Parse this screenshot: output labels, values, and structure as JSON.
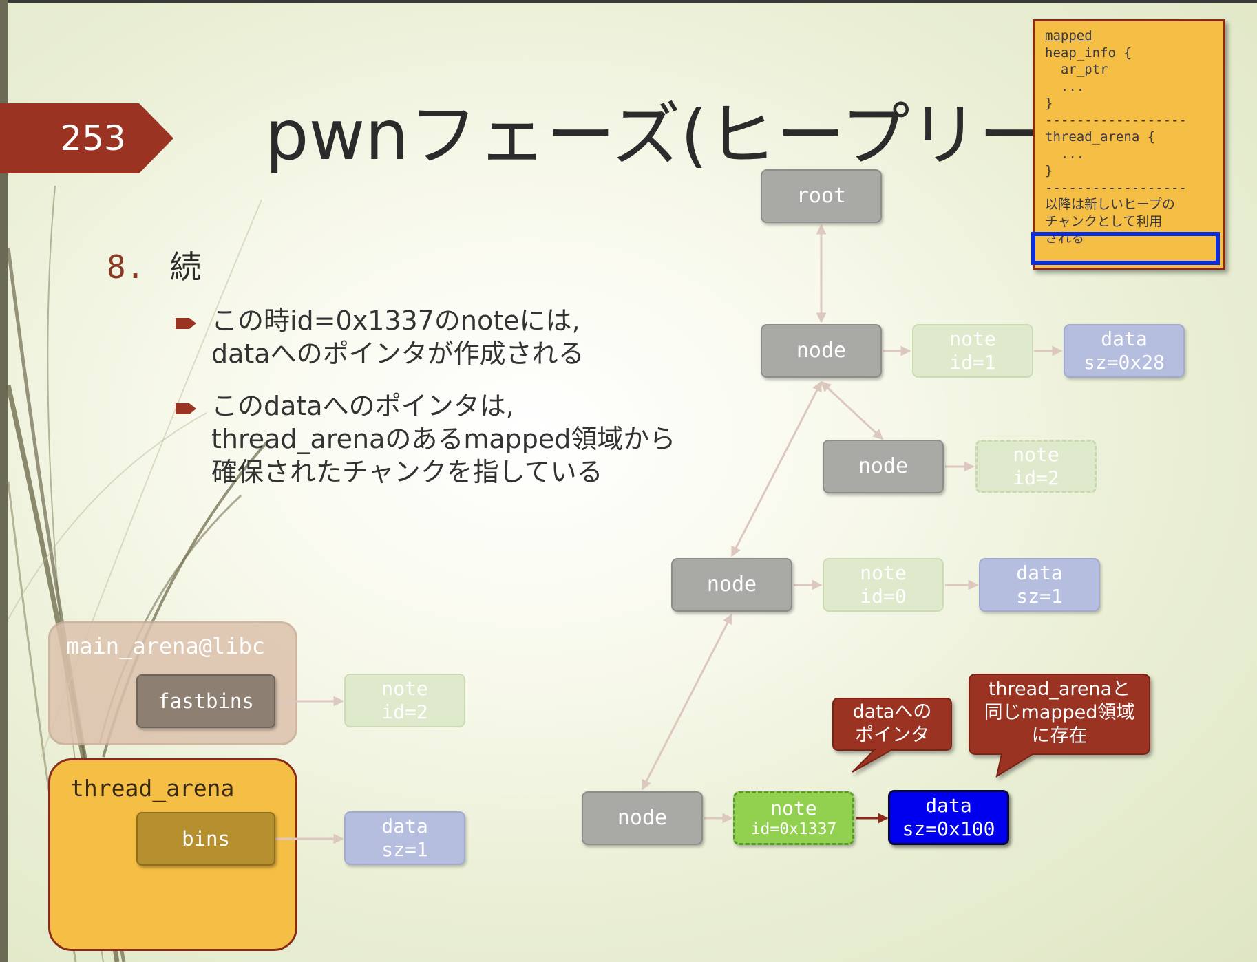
{
  "slide": {
    "number": "253",
    "title": "pwnフェーズ(ヒープリーク"
  },
  "section": {
    "number": "8.",
    "heading": "続"
  },
  "bullets": [
    {
      "lines": [
        "この時id=0x1337のnoteには,",
        "dataへのポインタが作成される"
      ]
    },
    {
      "lines": [
        "このdataへのポインタは,",
        "thread_arenaのあるmapped領域から",
        "確保されたチャンクを指している"
      ]
    }
  ],
  "tree": {
    "root": "root",
    "node_label": "node",
    "notes": {
      "id1": [
        "note",
        "id=1"
      ],
      "id2": [
        "note",
        "id=2"
      ],
      "id0": [
        "note",
        "id=0"
      ],
      "id1337": [
        "note",
        "id=0x1337"
      ]
    },
    "datas": {
      "d28": [
        "data",
        "sz=0x28"
      ],
      "d1": [
        "data",
        "sz=1"
      ],
      "d100": [
        "data",
        "sz=0x100"
      ]
    }
  },
  "arenas": {
    "main_arena": "main_arena@libc",
    "fastbins": "fastbins",
    "fastbin_note": [
      "note",
      "id=2"
    ],
    "thread_arena": "thread_arena",
    "bins": "bins",
    "bin_data": [
      "data",
      "sz=1"
    ]
  },
  "callouts": {
    "data_pointer": [
      "dataへの",
      "ポインタ"
    ],
    "same_region": [
      "thread_arenaと",
      "同じmapped領域",
      "に存在"
    ]
  },
  "mapped_panel": {
    "lines": [
      "mapped",
      "heap_info {",
      "  ar_ptr",
      "  ...",
      "}",
      "------------------",
      "thread_arena {",
      "  ...",
      "}",
      "------------------"
    ],
    "jp_lines": [
      "以降は新しいヒープの",
      "チャンクとして利用",
      "される"
    ]
  },
  "colors": {
    "accent_red": "#8b3a26",
    "arena_yellow": "#f5bf45",
    "node_gray": "#a9a9a6",
    "note_green": "#92d050",
    "data_blue": "#0000ee",
    "highlight_blue": "#0a2dd8"
  }
}
